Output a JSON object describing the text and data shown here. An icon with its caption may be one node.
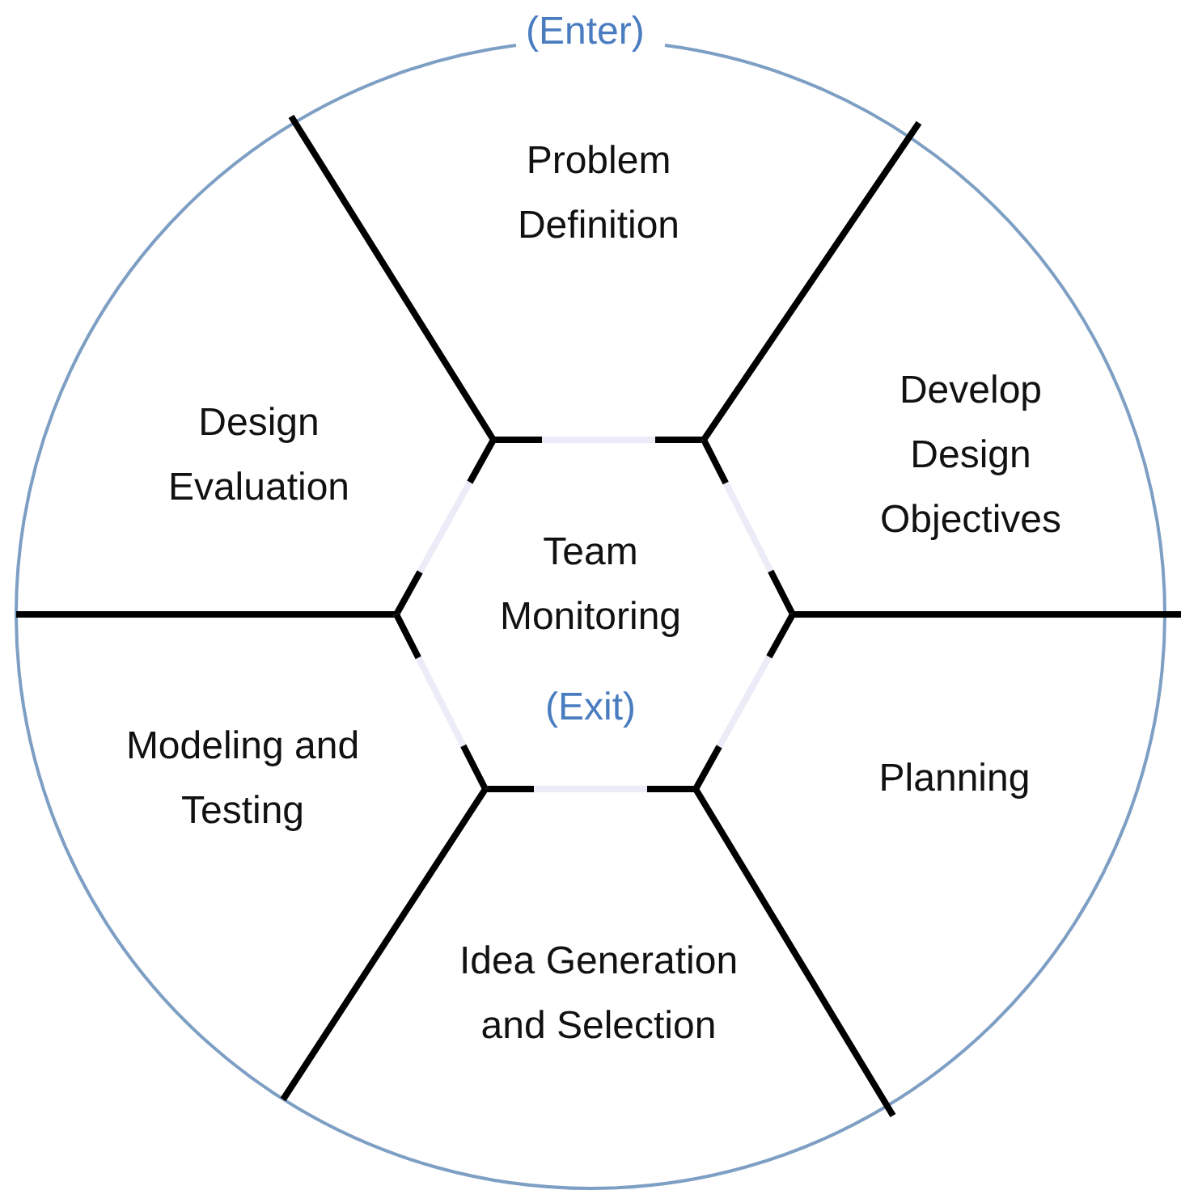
{
  "diagram": {
    "nodes": [
      {
        "text": [
          "Problem Definition"
        ]
      },
      {
        "text": [
          "Develop Design Objectives"
        ]
      },
      {
        "text": [
          "Planning"
        ]
      },
      {
        "text": [
          "Idea Generation and Selection"
        ]
      },
      {
        "text": [
          "Modeling and Testing"
        ]
      },
      {
        "text": [
          "Design Evaluation"
        ]
      },
      {
        "text": [
          "Team Monitoring",
          "(Exit)"
        ]
      }
    ],
    "edges": [],
    "labels": [
      "(Enter)"
    ]
  }
}
